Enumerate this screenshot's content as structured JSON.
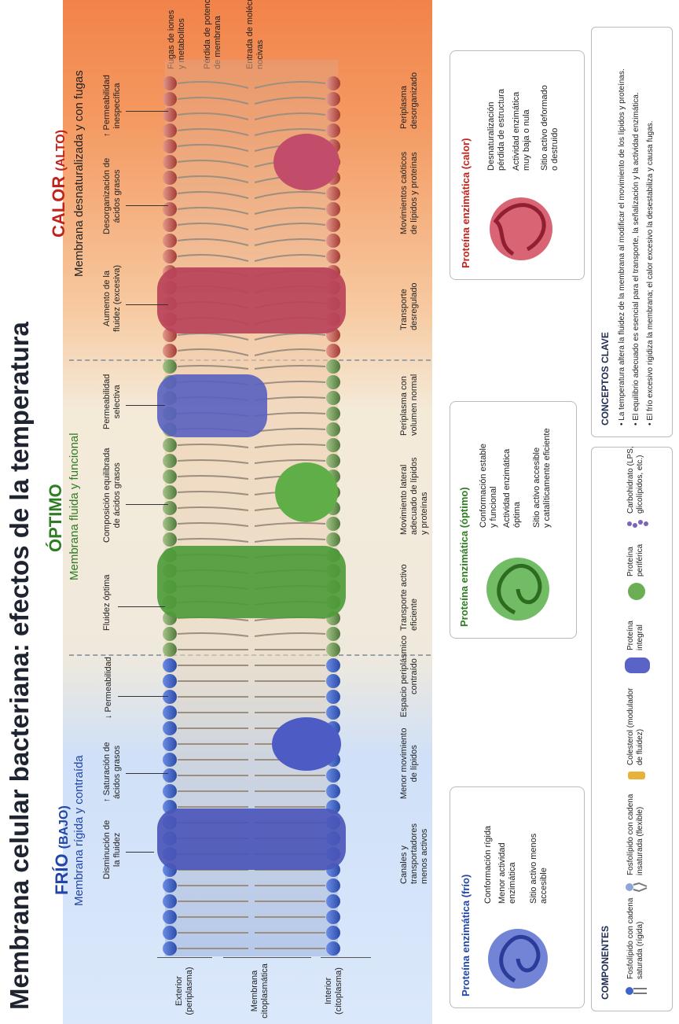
{
  "title": "Membrana celular bacteriana: efectos de la temperatura",
  "zones": {
    "cold": {
      "heading": "FRÍO",
      "suffix": "(BAJO)",
      "subtitle": "Membrana rígida y contraída",
      "color": "#2146a8"
    },
    "optimal": {
      "heading": "ÓPTIMO",
      "subtitle": "Membrana fluida y funcional",
      "color": "#2f7d22"
    },
    "hot": {
      "heading": "CALOR",
      "suffix": "(ALTO)",
      "subtitle": "Membrana desnaturalizada y con fugas",
      "color": "#c0231b"
    }
  },
  "side_labels": {
    "exterior": "Exterior\n(periplasma)",
    "membrane": "Membrana\ncitoplasmática",
    "interior": "Interior\n(citoplasma)"
  },
  "top_labels": {
    "cold": [
      "Disminución de\nla fluidez",
      "↑ Saturación de\nácidos grasos",
      "↓ Permeabilidad"
    ],
    "optimal": [
      "Fluidez óptima",
      "Composición equilibrada\nde ácidos grasos",
      "Permeabilidad\nselectiva"
    ],
    "hot": [
      "Aumento de la\nfluidez (excesiva)",
      "Desorganización de\nácidos grasos",
      "↑ Permeabilidad\ninespecífica"
    ],
    "hot_extra": [
      "Fugas de iones\ny metabolitos",
      "Pérdida de potencial\nde membrana",
      "Entrada de moléculas\nnocivas"
    ]
  },
  "bottom_labels": {
    "cold": [
      "Canales y\ntransportadores\nmenos activos",
      "Menor movimiento\nde lípidos",
      "Espacio periplásmico\ncontraído"
    ],
    "optimal": [
      "Transporte activo\neficiente",
      "Movimiento lateral\nadecuado de lípidos\ny proteínas",
      "Periplasma con\nvolumen normal"
    ],
    "hot": [
      "Transporte\ndesregulado",
      "Movimientos caóticos\nde lípidos y proteínas",
      "Periplasma\ndesorganizado"
    ]
  },
  "enzyme_cards": {
    "cold": {
      "title": "Proteína enzimática (frío)",
      "lines": [
        "Conformación rígida",
        "Menor actividad\nenzimática",
        "Sitio activo menos\naccesible"
      ],
      "color": "#2146a8",
      "fill": "#5a6fd0"
    },
    "optimal": {
      "title": "Proteína enzimática (óptimo)",
      "lines": [
        "Conformación estable\ny funcional",
        "Actividad enzimática\nóptima",
        "Sitio activo accesible\ny catalíticamente eficiente"
      ],
      "color": "#2f7d22",
      "fill": "#58b04a"
    },
    "hot": {
      "title": "Proteína enzimática (calor)",
      "lines": [
        "Desnaturalización\npérdida de estructura",
        "Actividad enzimática\nmuy baja o nula",
        "Sitio activo deformado\no destruido"
      ],
      "color": "#c0231b",
      "fill": "#d24a5c"
    }
  },
  "components": {
    "heading": "COMPONENTES",
    "items": [
      "Fosfolípido con cadena\nsaturada (rígida)",
      "Fosfolípido con cadena\ninsaturada (flexible)",
      "Colesterol (modulador\nde fluidez)",
      "Proteína\nintegral",
      "Proteína\nperiférica",
      "Carbohidrato (LPS,\nglicolípidos, etc.)"
    ]
  },
  "concepts": {
    "heading": "CONCEPTOS CLAVE",
    "items": [
      "La temperatura altera la fluidez de la membrana al modificar el movimiento de los lípidos y proteínas.",
      "El equilibrio adecuado es esencial para el transporte, la señalización y la actividad enzimática.",
      "El frío excesivo rigidiza la membrana; el calor excesivo la desestabiliza y causa fugas."
    ]
  },
  "colors": {
    "cold_bg": "#d6e6fb",
    "optimal_bg": "#f3ead8",
    "hot_bg": "#f8b27c",
    "head_cold": "#3d64c9",
    "head_opt": "#7c9b55",
    "head_hot": "#c95a4a"
  }
}
